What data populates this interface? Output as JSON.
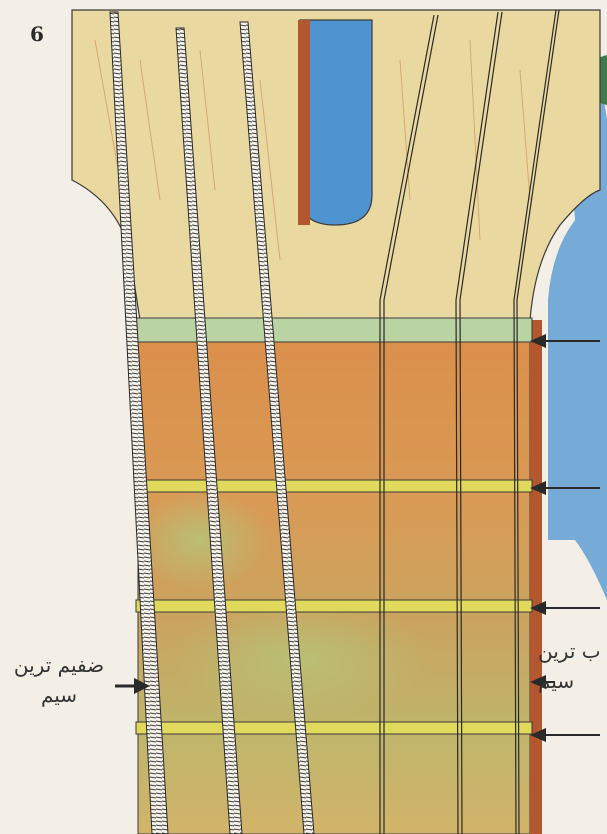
{
  "page_number": "6",
  "labels": {
    "thickest_string_line1": "ضفيم ترين",
    "thickest_string_line2": "سيم",
    "thinnest_string_line1": "ب ترين",
    "thinnest_string_line2": "سيم"
  },
  "colors": {
    "headstock": "#e9d9a0",
    "fretboard": "#d9954f",
    "fretboard_green": "#b7c277",
    "fret_wire": "#e1d95c",
    "nut": "#b9d3a2",
    "sky_blue": "#5f9fd4",
    "ink": "#2a2a2a"
  }
}
